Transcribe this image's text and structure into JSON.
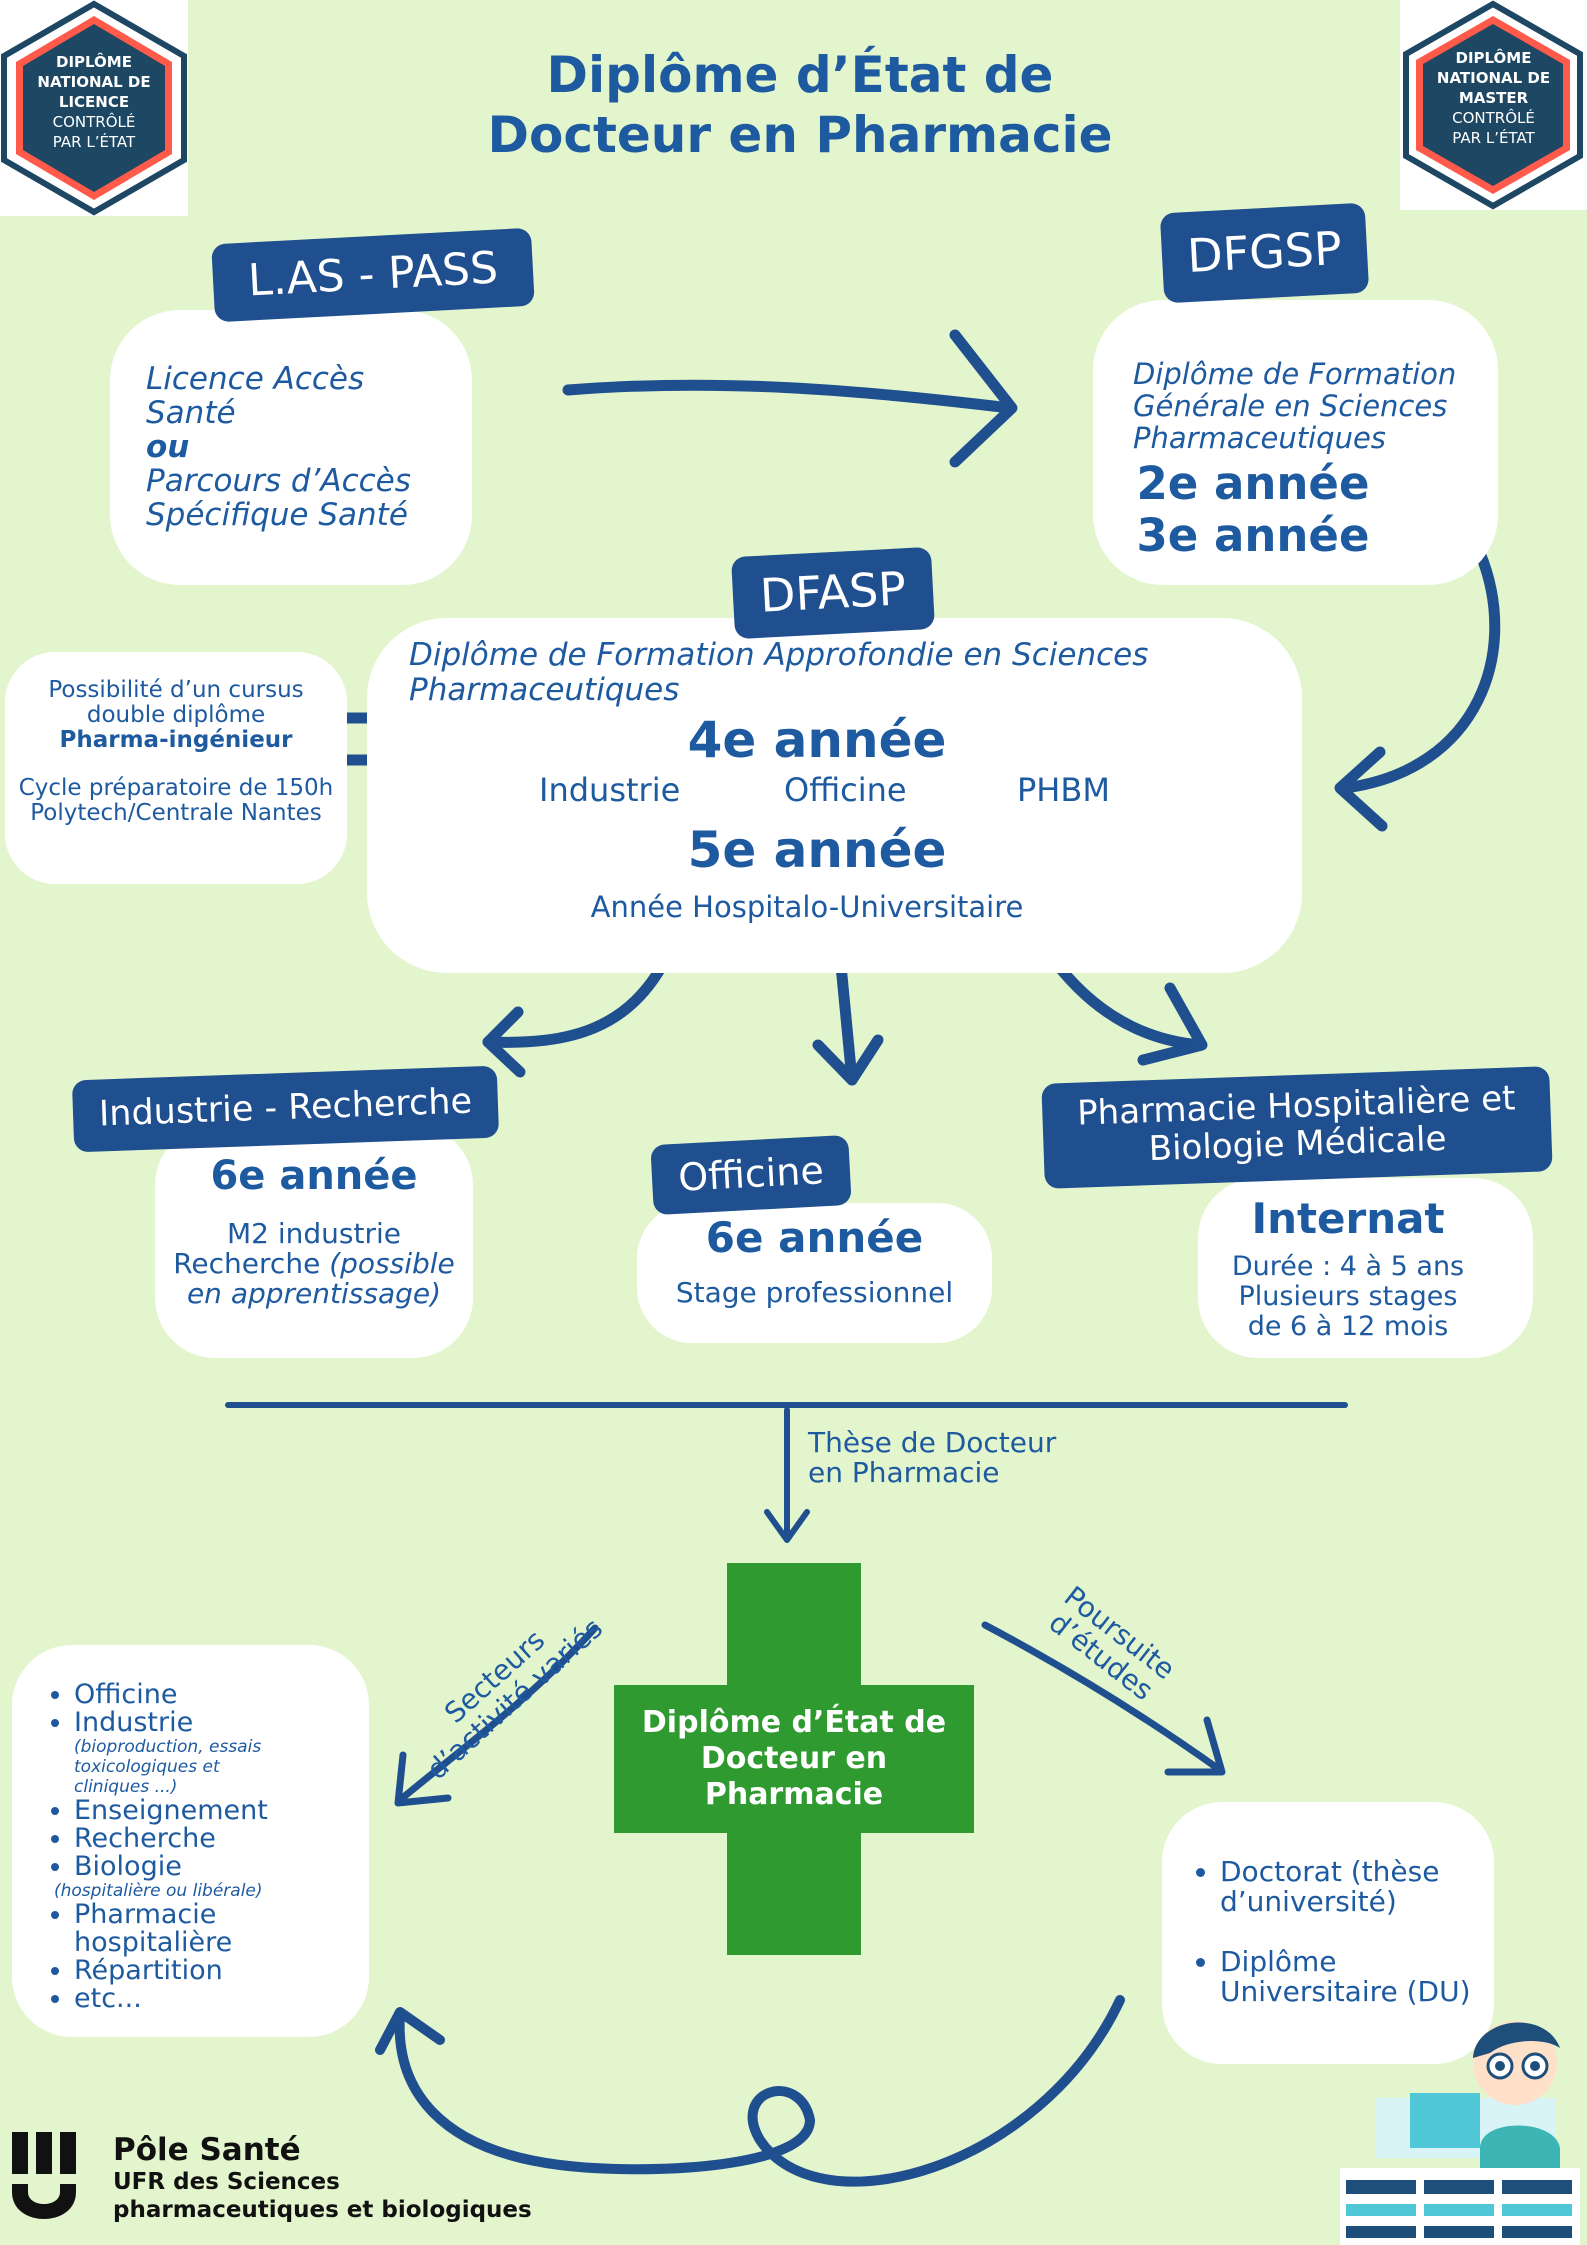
{
  "title": {
    "line1": "Diplôme d’État de",
    "line2": "Docteur en Pharmacie"
  },
  "badges": {
    "licence": [
      "DIPLÔME",
      "NATIONAL DE",
      "LICENCE",
      "CONTRÔLÉ",
      "PAR L’ÉTAT"
    ],
    "master": [
      "DIPLÔME",
      "NATIONAL DE",
      "MASTER",
      "CONTRÔLÉ",
      "PAR L’ÉTAT"
    ]
  },
  "las_pass": {
    "tag": "L.AS - PASS",
    "line1": "Licence Accès",
    "line2": "Santé",
    "or": "ou",
    "line3": "Parcours d’Accès",
    "line4": "Spécifique Santé"
  },
  "dfgsp": {
    "tag": "DFGSP",
    "line1": "Diplôme de Formation",
    "line2": "Générale en Sciences",
    "line3": "Pharmaceutiques",
    "year1": "2e année",
    "year2": "3e année"
  },
  "dfasp": {
    "tag": "DFASP",
    "line1": "Diplôme de Formation Approfondie en Sciences",
    "line2": "Pharmaceutiques",
    "year4": "4e année",
    "branch1": "Industrie",
    "branch2": "Officine",
    "branch3": "PHBM",
    "year5": "5e année",
    "year5_sub": "Année Hospitalo-Universitaire"
  },
  "double": {
    "line1": "Possibilité d’un cursus",
    "line2": "double diplôme",
    "line3": "Pharma-ingénieur",
    "line4": "Cycle préparatoire de 150h",
    "line5": "Polytech/Centrale Nantes"
  },
  "industrie": {
    "tag": "Industrie - Recherche",
    "year": "6e année",
    "line1": "M2 industrie",
    "line2": "Recherche",
    "line2b": "(possible",
    "line3": "en apprentissage)"
  },
  "officine": {
    "tag": "Officine",
    "year": "6e année",
    "line1": "Stage professionnel"
  },
  "phbm": {
    "tag1": "Pharmacie Hospitalière et",
    "tag2": "Biologie Médicale",
    "title": "Internat",
    "line1": "Durée : 4 à 5 ans",
    "line2": "Plusieurs stages",
    "line3": "de 6 à 12 mois"
  },
  "these": {
    "line1": "Thèse de Docteur",
    "line2": "en Pharmacie"
  },
  "cross": {
    "line1": "Diplôme d’État de",
    "line2": "Docteur en",
    "line3": "Pharmacie"
  },
  "secteurs_label": {
    "line1": "Secteurs",
    "line2": "d’activité variés"
  },
  "poursuite_label": {
    "line1": "Poursuite",
    "line2": "d’études"
  },
  "sectors": {
    "s1": "Officine",
    "s2": "Industrie",
    "s2_note1": "(bioproduction, essais",
    "s2_note2": "toxicologiques et",
    "s2_note3": "cliniques ...)",
    "s3": "Enseignement",
    "s4": "Recherche",
    "s5": "Biologie",
    "s5_note": "(hospitalière ou libérale)",
    "s6a": "Pharmacie",
    "s6b": "hospitalière",
    "s7": "Répartition",
    "s8": "etc..."
  },
  "studies": {
    "d1a": "Doctorat (thèse",
    "d1b": "d’université)",
    "d2a": "Diplôme",
    "d2b": "Universitaire (DU)"
  },
  "footer": {
    "brand": "Pôle Santé",
    "line1": "UFR des Sciences",
    "line2": "pharmaceutiques et biologiques"
  },
  "colors": {
    "navy": "#1f4f8f",
    "text": "#1e5aa0",
    "bg": "#e3f5cc",
    "green": "#2f9a2f"
  }
}
